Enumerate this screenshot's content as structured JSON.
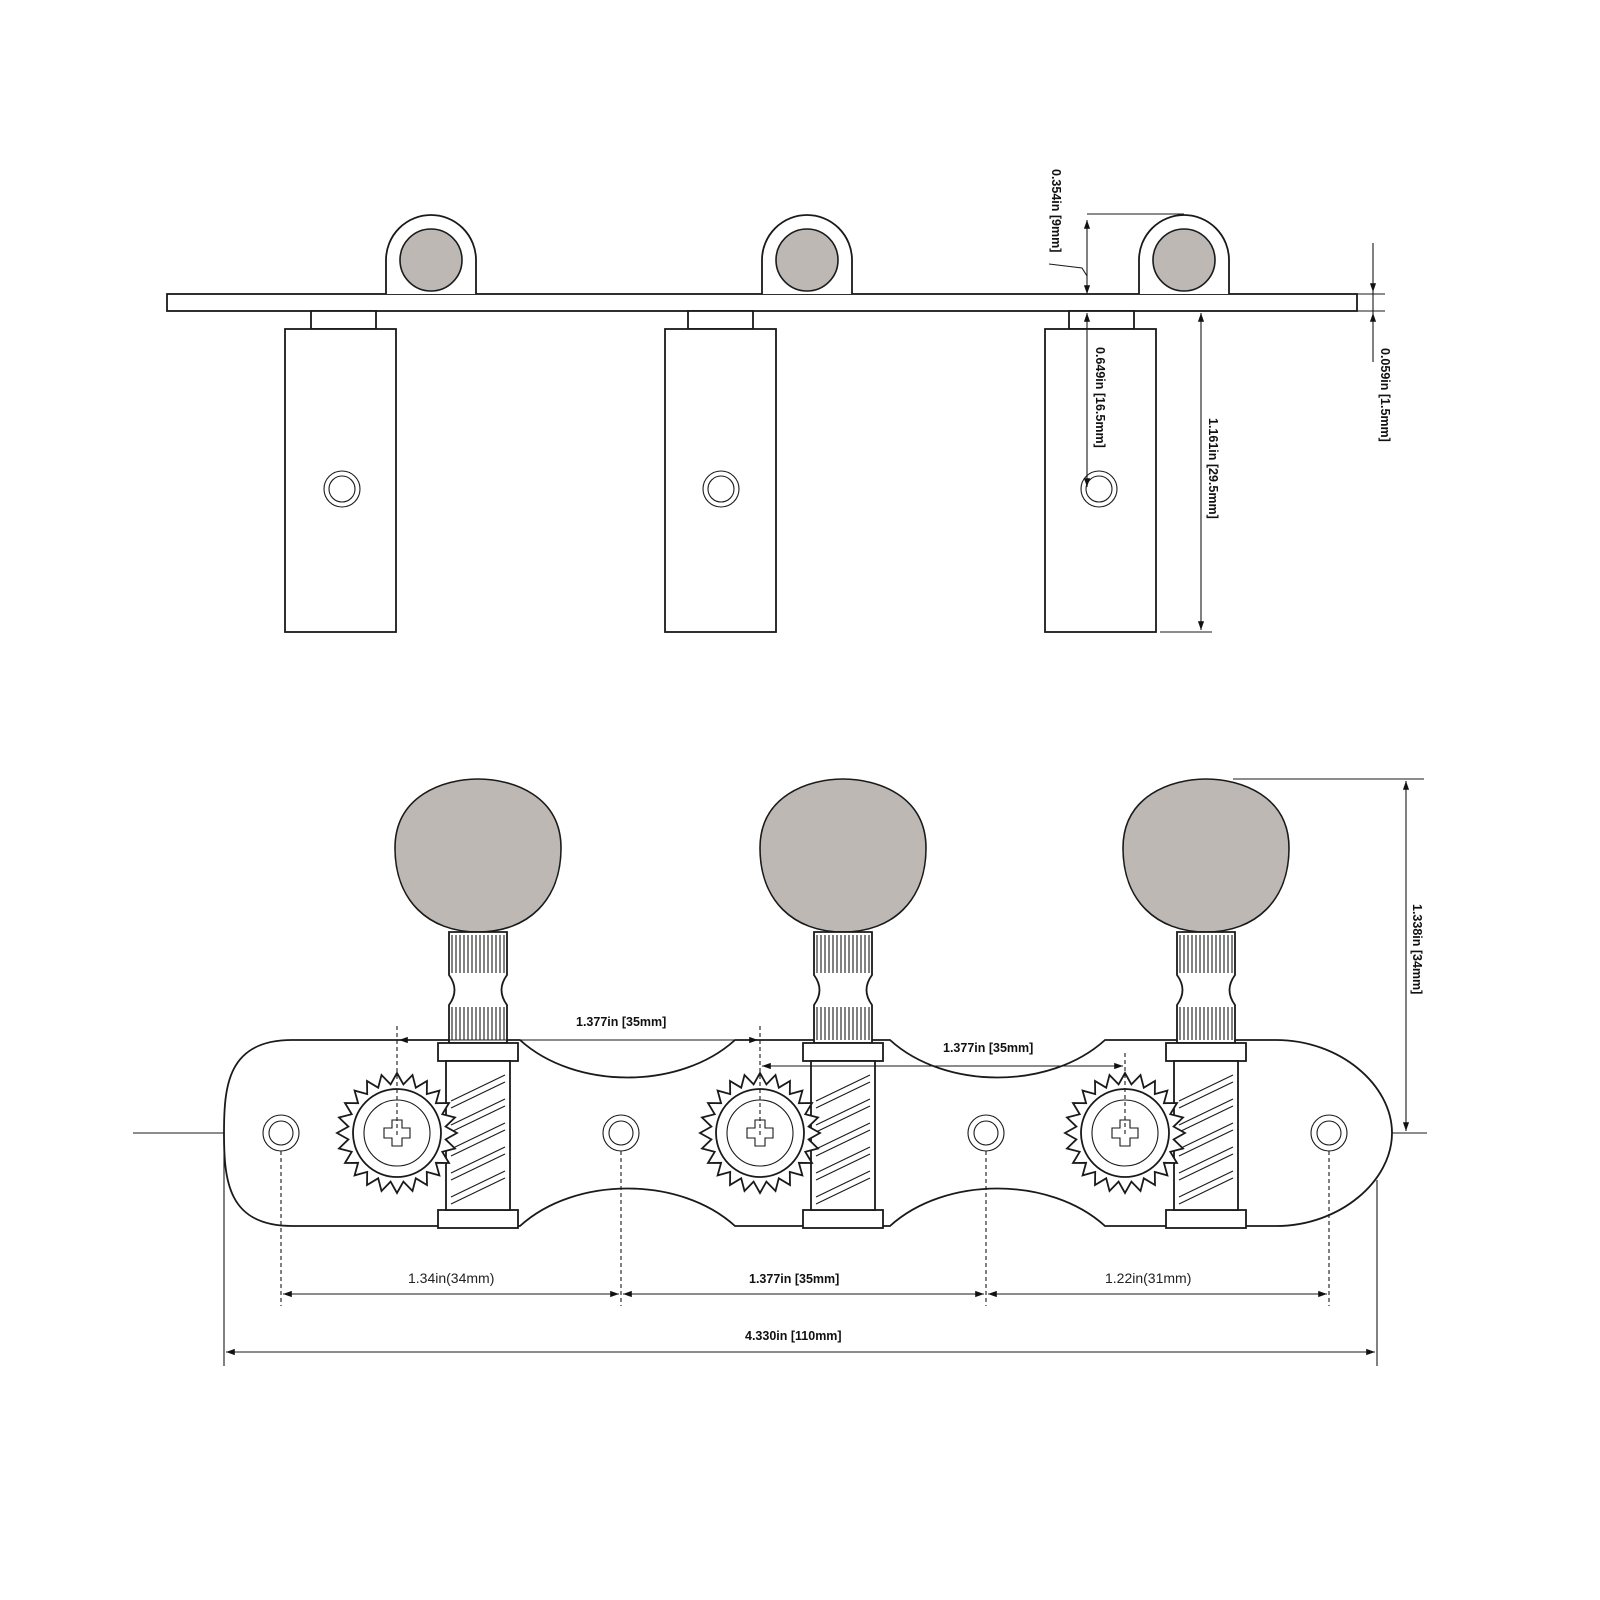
{
  "dimensions": {
    "post_height": "0.354in [9mm]",
    "plate_thickness": "0.059in [1.5mm]",
    "post_hole_depth": "0.649in [16.5mm]",
    "post_length": "1.161in [29.5mm]",
    "knob_height": "1.338in [34mm]",
    "roller_spacing_1": "1.377in [35mm]",
    "roller_spacing_2": "1.377in [35mm]",
    "hole_spacing_left": "1.34in(34mm)",
    "hole_spacing_mid": "1.377in [35mm]",
    "hole_spacing_right": "1.22in(31mm)",
    "overall_length": "4.330in [110mm]"
  },
  "colors": {
    "line": "#1a1a1a",
    "knob_fill": "#bdb8b4",
    "background": "#ffffff"
  }
}
